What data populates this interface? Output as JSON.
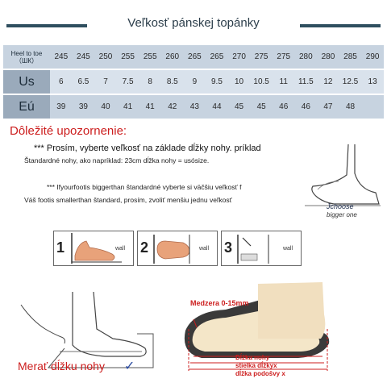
{
  "title": "Veľkosť pánskej topánky",
  "table": {
    "rows": [
      {
        "head_line1": "Heel to toe",
        "head_line2": "（ШК）",
        "values": [
          "245",
          "245",
          "250",
          "255",
          "255",
          "260",
          "265",
          "265",
          "270",
          "275",
          "275",
          "280",
          "280",
          "285",
          "290"
        ]
      },
      {
        "head": "Us",
        "values": [
          "6",
          "6.5",
          "7",
          "7.5",
          "8",
          "8.5",
          "9",
          "9.5",
          "10",
          "10.5",
          "11",
          "11.5",
          "12",
          "12.5",
          "13"
        ]
      },
      {
        "head": "Eú",
        "values": [
          "39",
          "39",
          "40",
          "41",
          "41",
          "42",
          "43",
          "44",
          "45",
          "45",
          "46",
          "46",
          "47",
          "48"
        ]
      }
    ]
  },
  "notice": {
    "title": "Dôležité upozornenie:",
    "line1": "*** Prosím, vyberte veľkosť na základe dĺžky nohy. príklad",
    "line2": "Štandardné nohy, ako napríklad: 23cm dĺžka nohy = usósize.",
    "line3": "*** Ifyourfootis biggerthan štandardné vyberte si väčšiu veľkosť f",
    "line4": "Váš footis smallerthan štandard, prosím, zvoliť menšiu jednu veľkosť"
  },
  "brand": {
    "name": "Jchoose",
    "tagline": "bigger one"
  },
  "steps": [
    {
      "num": "1",
      "wall": "wall"
    },
    {
      "num": "2",
      "wall": "wall"
    },
    {
      "num": "3",
      "wall": "wall"
    }
  ],
  "measure_label": "Merať dĺžku nohy",
  "shoe": {
    "gap_label": "Medzera 0-15mm",
    "len_1": "Dĺžka nohy",
    "len_2": "stielka dĺžkyx",
    "len_3": "dĺžka podošvy x"
  },
  "colors": {
    "accent_red": "#cc1d1d",
    "table_dark": "#9aaabb",
    "table_light": "#c7d3e0"
  }
}
